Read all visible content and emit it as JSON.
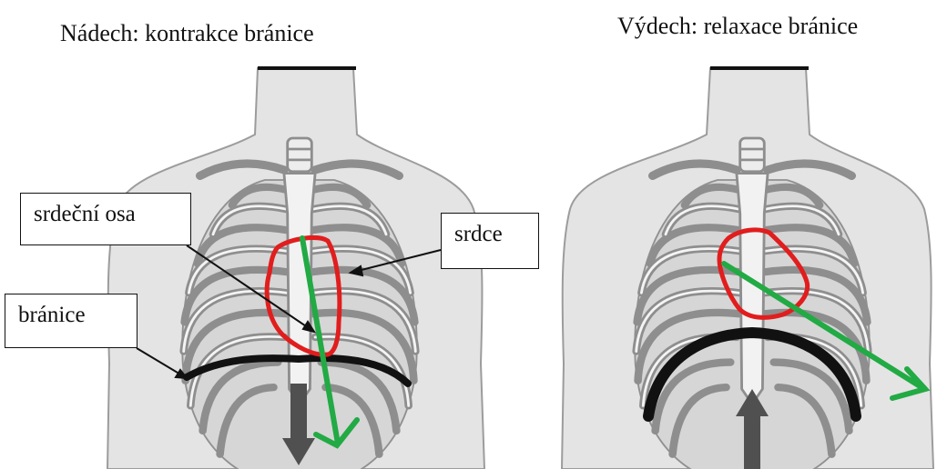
{
  "panels": {
    "left": {
      "title": "Nádech: kontrakce bránice"
    },
    "right": {
      "title": "Výdech: relaxace bránice"
    }
  },
  "labels": {
    "heart_axis": "srdeční osa",
    "heart": "srdce",
    "diaphragm": "bránice"
  },
  "colors": {
    "heart_outline": "#e11d1d",
    "heart_axis_arrow": "#22aa44",
    "diaphragm": "#111111",
    "body": "#e4e4e4",
    "ribs": "#8e8e8e",
    "movement_arrow": "#505050"
  }
}
